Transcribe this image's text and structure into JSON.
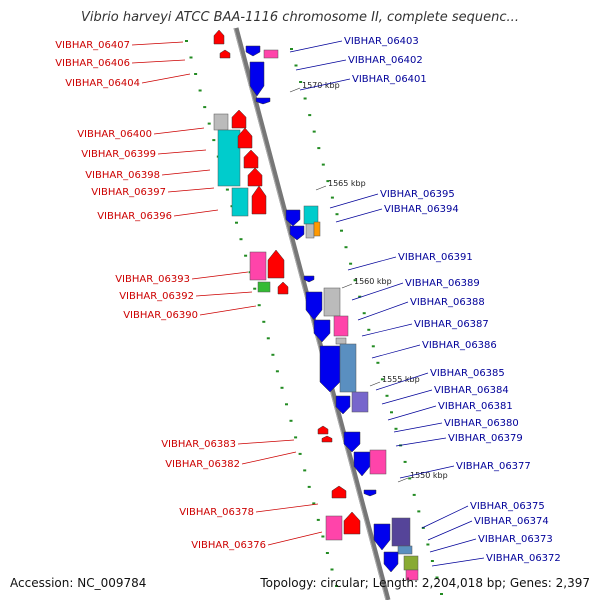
{
  "title": "Vibrio harveyi ATCC BAA-1116 chromosome II, complete sequenc...",
  "footer": {
    "accession": "Accession: NC_009784",
    "summary": "Topology: circular; Length: 2,204,018 bp; Genes: 2,397"
  },
  "colors": {
    "left_label": "#cc0000",
    "right_label": "#000099",
    "backbone": "#888888",
    "tick": "#228b22"
  },
  "kbp_marks": [
    "1570 kbp",
    "1565 kbp",
    "1560 kbp",
    "1555 kbp",
    "1550 kbp"
  ],
  "left_genes": [
    "VIBHAR_06407",
    "VIBHAR_06406",
    "VIBHAR_06404",
    "VIBHAR_06400",
    "VIBHAR_06399",
    "VIBHAR_06398",
    "VIBHAR_06397",
    "VIBHAR_06396",
    "VIBHAR_06393",
    "VIBHAR_06392",
    "VIBHAR_06390",
    "VIBHAR_06383",
    "VIBHAR_06382",
    "VIBHAR_06378",
    "VIBHAR_06376"
  ],
  "right_genes": [
    "VIBHAR_06403",
    "VIBHAR_06402",
    "VIBHAR_06401",
    "VIBHAR_06395",
    "VIBHAR_06394",
    "VIBHAR_06391",
    "VIBHAR_06389",
    "VIBHAR_06388",
    "VIBHAR_06387",
    "VIBHAR_06386",
    "VIBHAR_06385",
    "VIBHAR_06384",
    "VIBHAR_06381",
    "VIBHAR_06380",
    "VIBHAR_06379",
    "VIBHAR_06377",
    "VIBHAR_06375",
    "VIBHAR_06374",
    "VIBHAR_06373",
    "VIBHAR_06372"
  ]
}
